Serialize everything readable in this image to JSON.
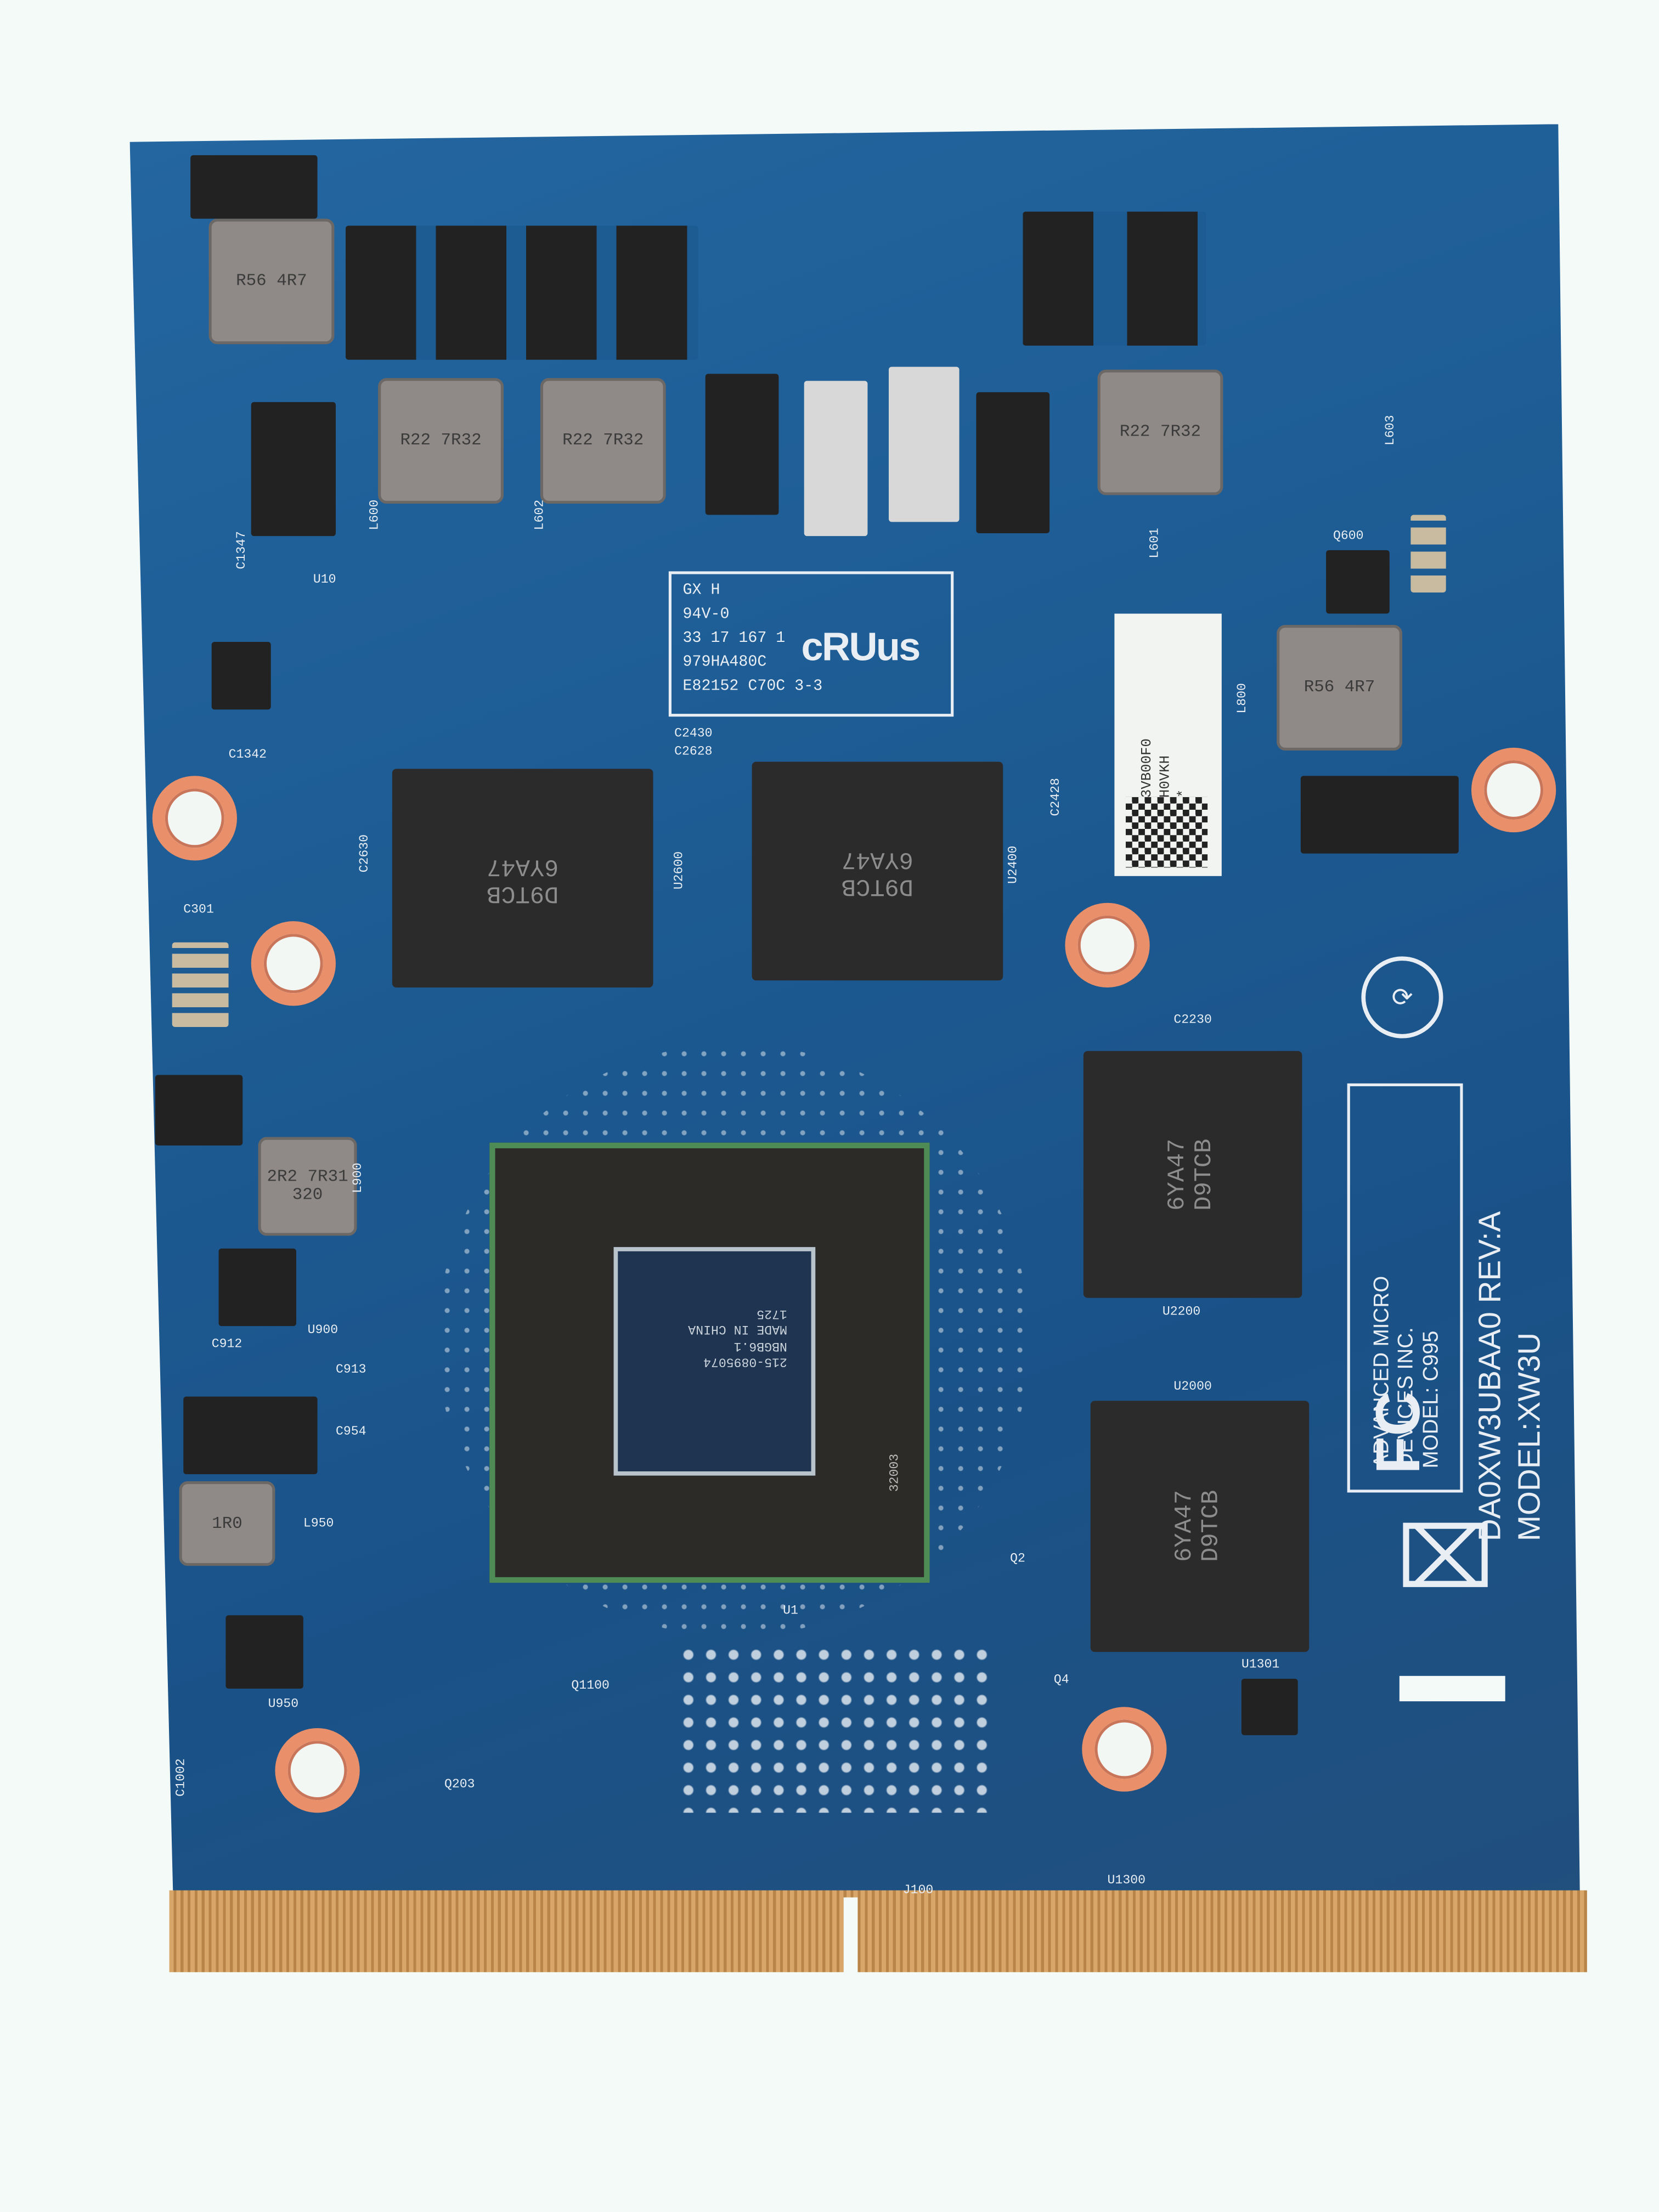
{
  "board": {
    "colors": {
      "pcb": "#1d5b93",
      "gold": "#d9a66a",
      "ring": "#e9906a",
      "background": "#f3faf8"
    },
    "gpu_die": [
      "215-0895074",
      "NBGB6.1",
      "MADE IN CHINA",
      "1725"
    ],
    "gpu_package_label": "32003",
    "memory_chips": [
      {
        "line1": "6YA47",
        "line2": "D9TCB",
        "ref": "U2600"
      },
      {
        "line1": "6YA47",
        "line2": "D9TCB",
        "ref": "U2400"
      },
      {
        "line1": "6YA47",
        "line2": "D9TCB",
        "ref": "U2200"
      },
      {
        "line1": "6YA47",
        "line2": "D9TCB",
        "ref": "U2000"
      }
    ],
    "inductors": [
      "R56 4R7",
      "R22 7R32",
      "R22 7R32",
      "R22 7R32",
      "R56 4R7",
      "2R2 7R31 320",
      "1R0"
    ],
    "ul_label": {
      "lines": [
        "GX H",
        "94V-0",
        "33 17 167 1",
        "979HA480C",
        "E82152 C70C 3-3"
      ],
      "mark": "cRUus"
    },
    "sticker": [
      "32XW3VB00F0",
      "S7E8H0VKH",
      "A1A**"
    ],
    "fcc": {
      "logo": "FC",
      "lines": [
        "ADVANCED MICRO",
        "DEVICES INC.",
        "MODEL: C995"
      ]
    },
    "model_text": [
      "DA0XW3UBAA0  REV:A",
      "MODEL:XW3U"
    ],
    "refs": [
      "C301",
      "C2630",
      "C2430",
      "C2628",
      "C2428",
      "U10",
      "C1342",
      "C1347",
      "L600",
      "L602",
      "L601",
      "L603",
      "L800",
      "Q600",
      "C2230",
      "U1",
      "Q2",
      "Q4",
      "U1301",
      "U1300",
      "J100",
      "Q1100",
      "Q203",
      "U950",
      "L950",
      "C954",
      "C913",
      "C912",
      "U900",
      "L900",
      "C1002"
    ]
  }
}
